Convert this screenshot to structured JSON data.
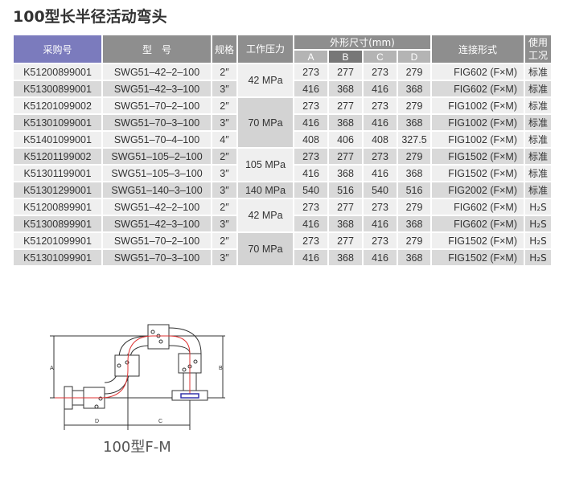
{
  "title": "100型长半径活动弯头",
  "headers": {
    "purchase_no": "采购号",
    "model": "型　号",
    "size": "规格",
    "pressure": "工作压力",
    "dims": "外形尺寸(mm)",
    "a": "A",
    "b": "B",
    "c": "C",
    "d": "D",
    "connection": "连接形式",
    "usage": "使用工况"
  },
  "rows": [
    [
      "K51200899001",
      "SWG51–42–2–100",
      "2″",
      "273",
      "277",
      "273",
      "279",
      "FIG602 (F×M)",
      "标准"
    ],
    [
      "K51300899001",
      "SWG51–42–3–100",
      "3″",
      "416",
      "368",
      "416",
      "368",
      "FIG602 (F×M)",
      "标准"
    ],
    [
      "K51201099002",
      "SWG51–70–2–100",
      "2″",
      "273",
      "277",
      "273",
      "279",
      "FIG1002 (F×M)",
      "标准"
    ],
    [
      "K51301099001",
      "SWG51–70–3–100",
      "3″",
      "416",
      "368",
      "416",
      "368",
      "FIG1002 (F×M)",
      "标准"
    ],
    [
      "K51401099001",
      "SWG51–70–4–100",
      "4″",
      "408",
      "406",
      "408",
      "327.5",
      "FIG1002 (F×M)",
      "标准"
    ],
    [
      "K51201199002",
      "SWG51–105–2–100",
      "2″",
      "273",
      "277",
      "273",
      "279",
      "FIG1502 (F×M)",
      "标准"
    ],
    [
      "K51301199001",
      "SWG51–105–3–100",
      "3″",
      "416",
      "368",
      "416",
      "368",
      "FIG1502 (F×M)",
      "标准"
    ],
    [
      "K51301299001",
      "SWG51–140–3–100",
      "3″",
      "540",
      "516",
      "540",
      "516",
      "FIG2002 (F×M)",
      "标准"
    ],
    [
      "K51200899901",
      "SWG51–42–2–100",
      "2″",
      "273",
      "277",
      "273",
      "279",
      "FIG602 (F×M)",
      "H₂S"
    ],
    [
      "K51300899901",
      "SWG51–42–3–100",
      "3″",
      "416",
      "368",
      "416",
      "368",
      "FIG602 (F×M)",
      "H₂S"
    ],
    [
      "K51201099901",
      "SWG51–70–2–100",
      "2″",
      "273",
      "277",
      "273",
      "279",
      "FIG1502 (F×M)",
      "H₂S"
    ],
    [
      "K51301099901",
      "SWG51–70–3–100",
      "3″",
      "416",
      "368",
      "416",
      "368",
      "FIG1502 (F×M)",
      "H₂S"
    ]
  ],
  "pressure_groups": [
    {
      "label": "42 MPa",
      "span": 2
    },
    {
      "label": "70 MPa",
      "span": 3
    },
    {
      "label": "105 MPa",
      "span": 2
    },
    {
      "label": "140 MPa",
      "span": 1
    },
    {
      "label": "42 MPa",
      "span": 2
    },
    {
      "label": "70 MPa",
      "span": 2
    }
  ],
  "diagram": {
    "labels": {
      "a": "A",
      "b": "B",
      "c": "C",
      "d": "D"
    },
    "caption": "100型F-M"
  }
}
